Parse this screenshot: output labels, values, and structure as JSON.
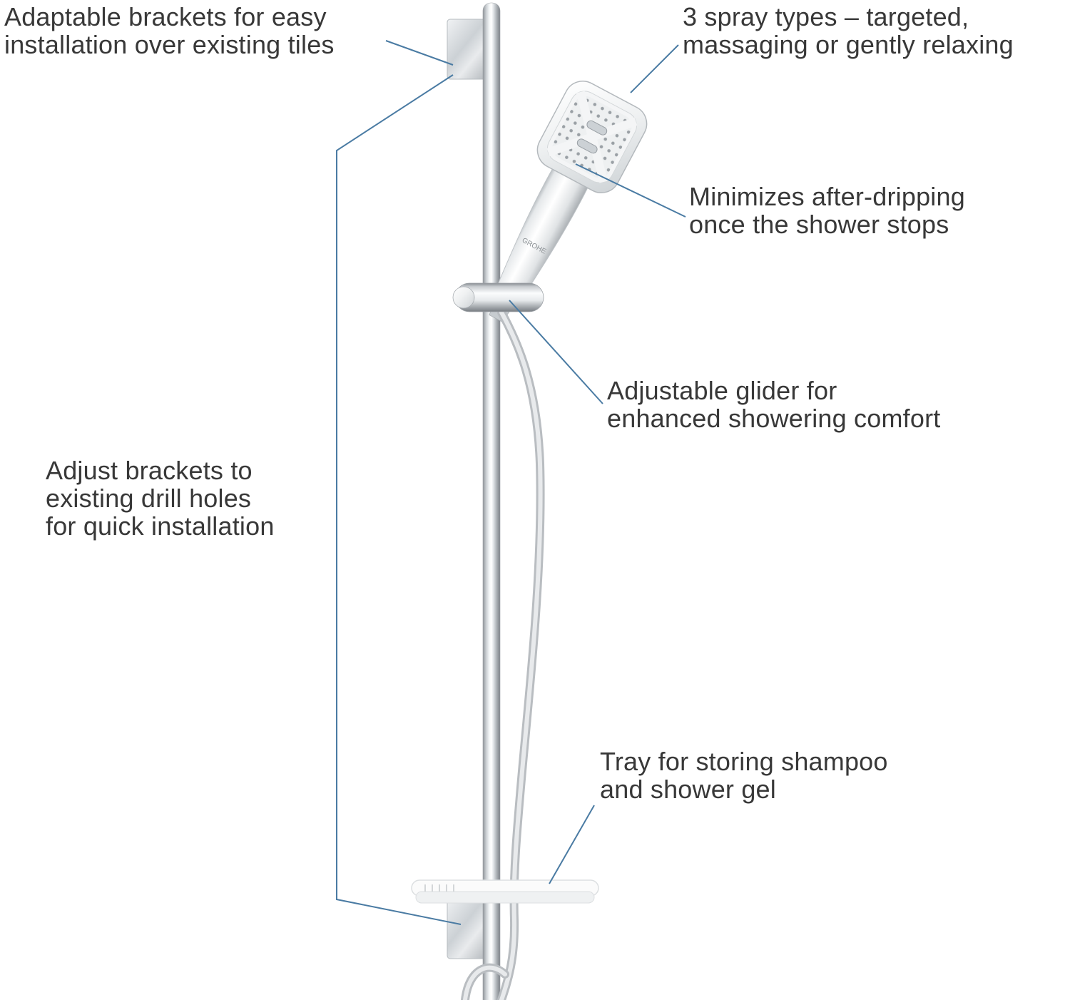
{
  "colors": {
    "callout_line": "#4a7ba3",
    "annotation_text": "#383838"
  },
  "product": {
    "brand": "GROHE"
  },
  "annotations": {
    "adaptable_brackets": {
      "lines": [
        "Adaptable brackets for easy",
        "installation over existing tiles"
      ]
    },
    "spray_types": {
      "lines": [
        "3 spray types – targeted,",
        "massaging or gently relaxing"
      ]
    },
    "after_dripping": {
      "lines": [
        "Minimizes after-dripping",
        "once the shower stops"
      ]
    },
    "adjustable_glider": {
      "lines": [
        "Adjustable glider for",
        "enhanced showering comfort"
      ]
    },
    "adjust_brackets": {
      "lines": [
        "Adjust brackets to",
        "existing drill holes",
        "for quick installation"
      ]
    },
    "tray": {
      "lines": [
        "Tray for storing shampoo",
        "and shower gel"
      ]
    }
  }
}
